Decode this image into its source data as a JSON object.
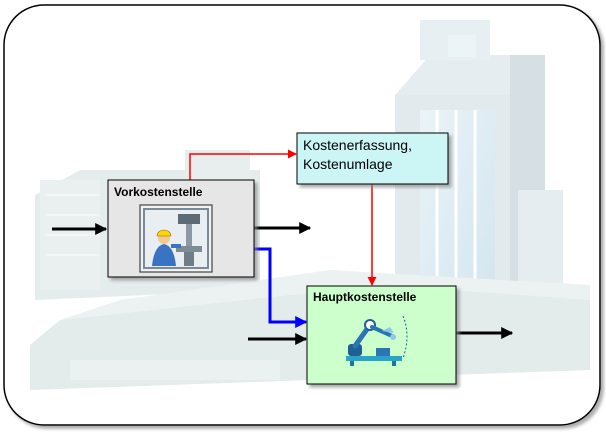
{
  "diagram": {
    "cost_center_pre": {
      "label": "Vorkostenstelle",
      "icon": "worker-drill-press-icon"
    },
    "cost_center_main": {
      "label": "Hauptkostenstelle",
      "icon": "robot-arm-icon"
    },
    "cost_process": {
      "line1": "Kostenerfassung,",
      "line2": "Kostenumlage"
    },
    "colors": {
      "frame_border": "#000000",
      "pre_box_fill": "#e6e6e6",
      "main_box_fill": "#ccffcc",
      "process_box_fill": "#ccf5f5",
      "flow_arrow": "#000000",
      "allocation_arrow": "#ff0000",
      "transfer_arrow": "#0000ff",
      "background_building": "#dfe7ea"
    }
  }
}
